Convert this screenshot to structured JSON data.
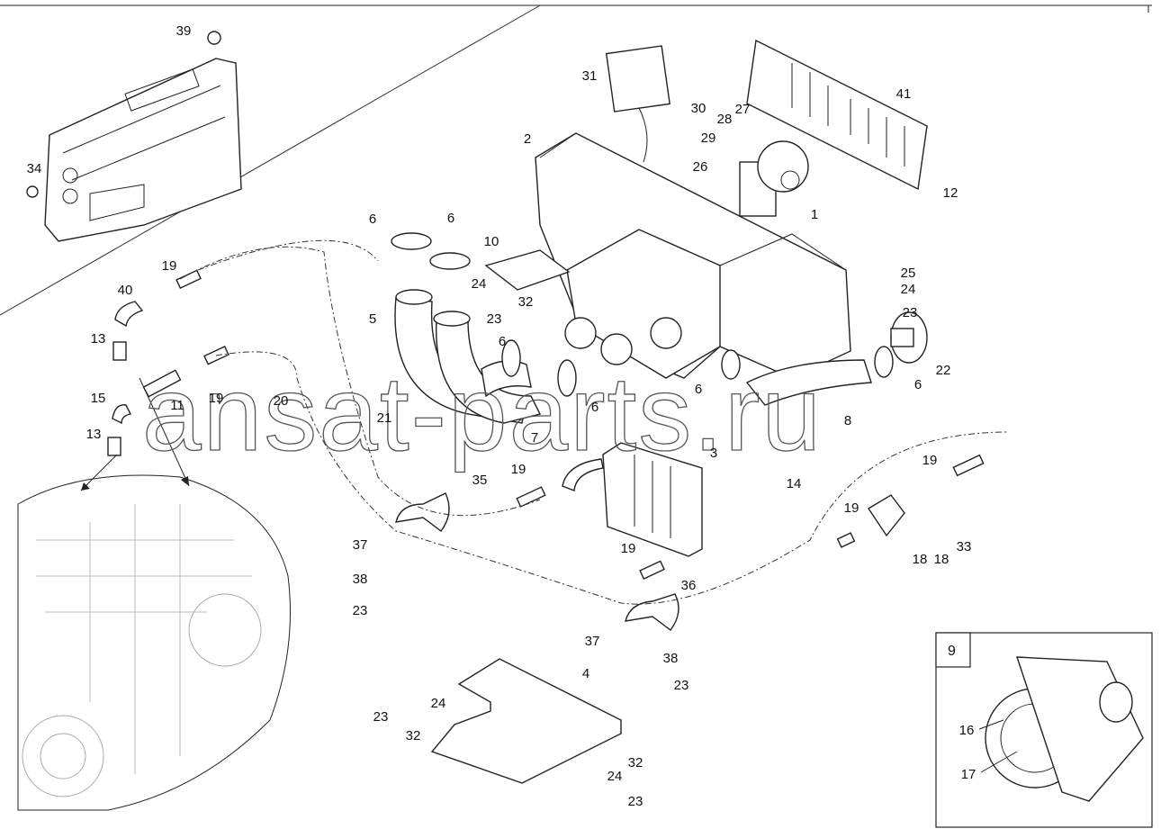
{
  "diagram": {
    "watermark": "ansat-parts.ru",
    "inset_label": "9",
    "callouts": [
      "39",
      "34",
      "31",
      "30",
      "27",
      "28",
      "41",
      "29",
      "2",
      "26",
      "12",
      "1",
      "6",
      "6",
      "10",
      "19",
      "25",
      "24",
      "32",
      "40",
      "24",
      "23",
      "5",
      "23",
      "13",
      "6",
      "22",
      "19",
      "20",
      "15",
      "11",
      "6",
      "6",
      "6",
      "21",
      "8",
      "13",
      "7",
      "3",
      "35",
      "19",
      "14",
      "19",
      "19",
      "37",
      "33",
      "18",
      "18",
      "38",
      "19",
      "23",
      "36",
      "37",
      "38",
      "4",
      "23",
      "24",
      "23",
      "32",
      "16",
      "32",
      "24",
      "17",
      "23"
    ]
  }
}
